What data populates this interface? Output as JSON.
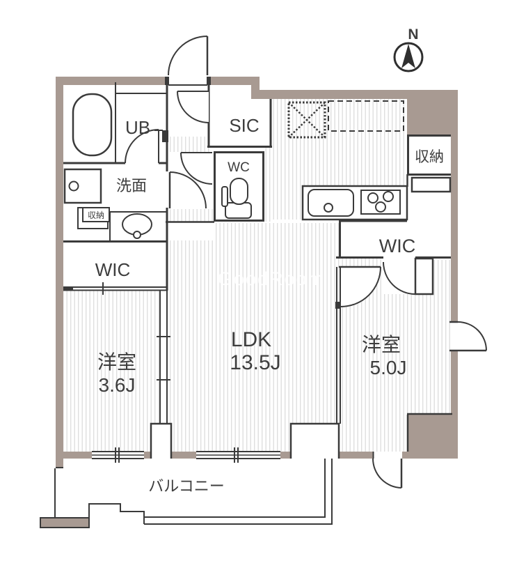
{
  "compass": {
    "north_label": "N"
  },
  "rooms": {
    "unit_bath": {
      "label": "UB"
    },
    "washroom": {
      "label": "洗面"
    },
    "washroom_storage": {
      "label": "収納"
    },
    "wic_left": {
      "label": "WIC"
    },
    "bedroom_left": {
      "name": "洋室",
      "size": "3.6J"
    },
    "shoe_closet": {
      "label": "SIC"
    },
    "toilet": {
      "label": "WC"
    },
    "ldk": {
      "name": "LDK",
      "size": "13.5J"
    },
    "storage_right": {
      "label": "収納"
    },
    "wic_right": {
      "label": "WIC"
    },
    "bedroom_right": {
      "name": "洋室",
      "size": "5.0J"
    },
    "balcony": {
      "label": "バルコニー"
    }
  },
  "watermark": "GoodRoom",
  "colors": {
    "wall": "#a89a92",
    "line": "#3a3a3a",
    "hatch": "#dcdcdc"
  }
}
